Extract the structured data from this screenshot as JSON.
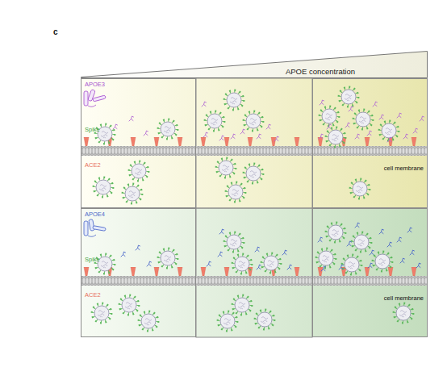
{
  "diagram": {
    "nodes": [
      {
        "text": [
          "APOE concentration"
        ]
      },
      {
        "text": [
          "APOE3",
          "Spike",
          "ACE2"
        ]
      },
      {
        "text": [
          "cell membrane"
        ]
      },
      {
        "text": [
          "APOE4",
          "Spike",
          "ACE2"
        ]
      },
      {
        "text": [
          "cell membrane"
        ]
      }
    ],
    "labels": [
      "c"
    ]
  }
}
